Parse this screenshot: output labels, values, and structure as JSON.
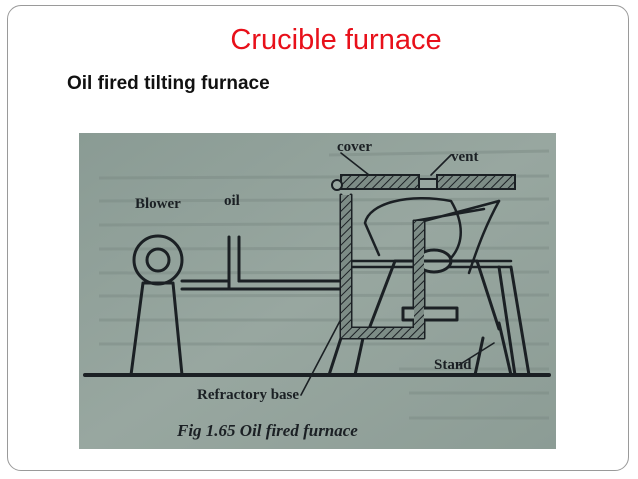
{
  "slide": {
    "title": "Crucible furnace",
    "subtitle": "Oil fired tilting furnace"
  },
  "figure": {
    "labels": {
      "cover": "cover",
      "vent": "vent",
      "blower": "Blower",
      "oil": "oil",
      "stand": "Stand",
      "refractory_base": "Refractory base"
    },
    "caption": "Fig 1.65 Oil fired furnace"
  },
  "colors": {
    "title": "#e8101a",
    "paper": "#8f9f98",
    "ink": "#1b2024"
  }
}
